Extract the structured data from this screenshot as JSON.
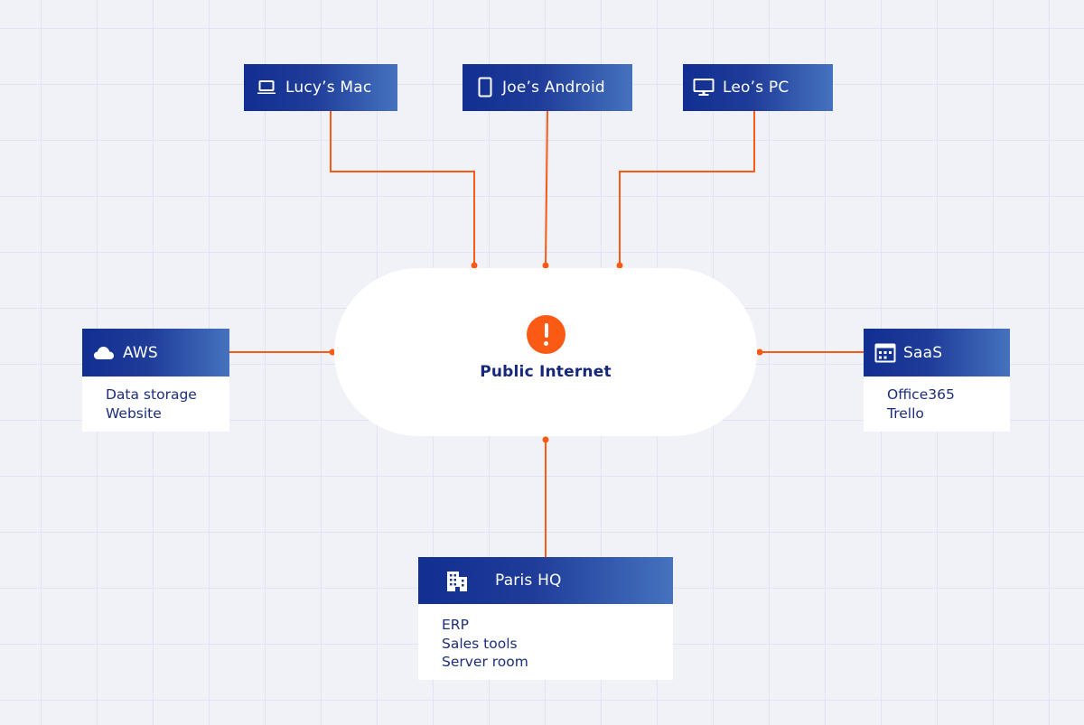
{
  "diagram": {
    "center": {
      "title": "Public Internet",
      "icon": "alert-icon",
      "alert_color": "#fb5a14"
    },
    "devices": [
      {
        "id": "lucy",
        "label": "Lucy’s Mac",
        "icon": "laptop-icon"
      },
      {
        "id": "joe",
        "label": "Joe’s Android",
        "icon": "tablet-icon"
      },
      {
        "id": "leo",
        "label": "Leo’s PC",
        "icon": "monitor-icon"
      }
    ],
    "aws": {
      "label": "AWS",
      "icon": "cloud-icon",
      "items": [
        "Data storage",
        "Website"
      ]
    },
    "saas": {
      "label": "SaaS",
      "icon": "app-window-icon",
      "items": [
        "Office365",
        "Trello"
      ]
    },
    "paris": {
      "label": "Paris HQ",
      "icon": "building-icon",
      "items": [
        "ERP",
        "Sales tools",
        "Server room"
      ]
    },
    "colors": {
      "header_start": "#112f91",
      "header_end": "#4572bf",
      "connector": "#fb5a14",
      "text_dark": "#1c2e7a",
      "background": "#f1f2f8"
    }
  }
}
